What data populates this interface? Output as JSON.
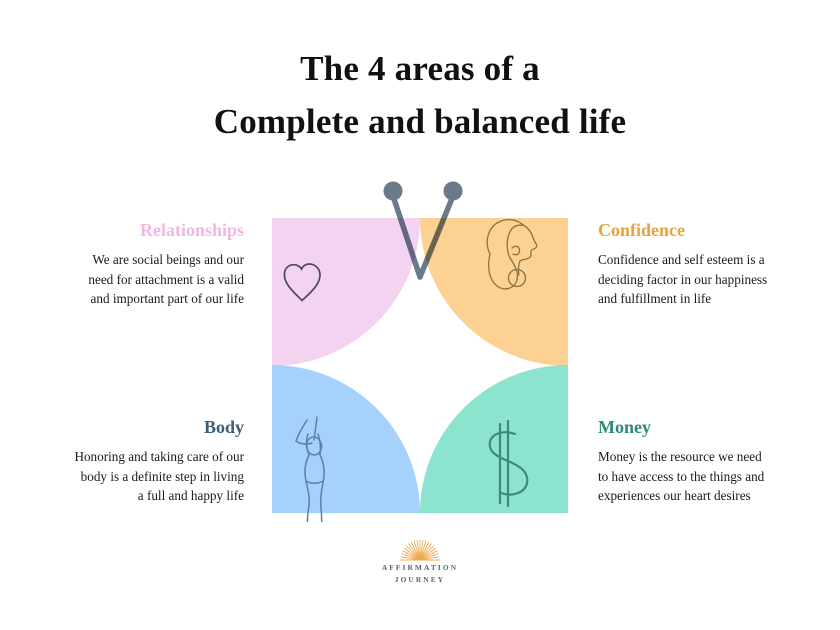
{
  "title": {
    "line1": "The 4 areas of a",
    "line2": "Complete and balanced life"
  },
  "colors": {
    "relationships": "#f0b8e0",
    "confidence": "#e8a33c",
    "body": "#3f5d78",
    "money": "#2e8b77",
    "petal_pink": "#f2cbee",
    "petal_orange": "#fbc97e",
    "petal_blue": "#8ec5fa",
    "petal_teal": "#6fdcc2",
    "antenna": "#6b7a8a",
    "icon_stroke": "#55606b",
    "logo_text": "#55657d",
    "logo_sun": "#f0a94e",
    "text": "#1a1a1a"
  },
  "quadrants": [
    {
      "key": "relationships",
      "heading": "Relationships",
      "body": "We are social beings and our need for attachment is a valid and important part of our life",
      "icon": "heart-icon",
      "color": "#f0b8e0"
    },
    {
      "key": "confidence",
      "heading": "Confidence",
      "body": "Confidence and self esteem  is a deciding factor in our happiness and fulfillment in life",
      "icon": "woman-profile-icon",
      "color": "#e8a33c"
    },
    {
      "key": "body",
      "heading": "Body",
      "body": "Honoring and taking care of our body is a definite step in living a full and happy life",
      "icon": "dancing-figure-icon",
      "color": "#3f5d78"
    },
    {
      "key": "money",
      "heading": "Money",
      "body": "Money is the resource we need to have access to the things and experiences our heart desires",
      "icon": "dollar-sign-icon",
      "color": "#2e8b77"
    }
  ],
  "diagram": {
    "name": "four-petal-venn-diagram",
    "petals": [
      {
        "name": "petal-relationships",
        "fill": "#f2cbee"
      },
      {
        "name": "petal-confidence",
        "fill": "#fbc97e"
      },
      {
        "name": "petal-body",
        "fill": "#8ec5fa"
      },
      {
        "name": "petal-money",
        "fill": "#6fdcc2"
      }
    ],
    "antennae": {
      "name": "butterfly-antennae",
      "color": "#6b7a8a",
      "count": 2
    }
  },
  "logo": {
    "name": "affirmation-journey-logo",
    "line1": "AFFIRMATION",
    "line2": "JOURNEY"
  }
}
